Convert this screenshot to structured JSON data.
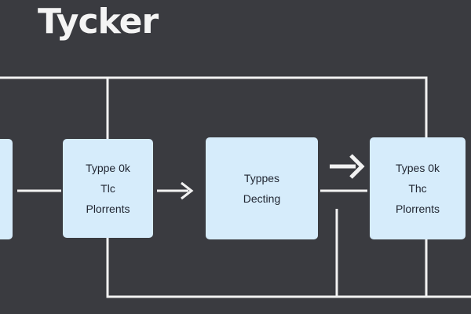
{
  "title": "Tycker",
  "nodes": [
    {
      "lines": [
        "Typpe 0k",
        "Tlc",
        "Plorrents"
      ]
    },
    {
      "lines": [
        "Typpes",
        "Decting"
      ]
    },
    {
      "lines": [
        "Types 0k",
        "Thc",
        "Plorrents"
      ]
    }
  ],
  "colors": {
    "background": "#3a3b40",
    "node_fill": "#d6ecfb",
    "wire": "#f2f2f2",
    "text": "#1f2430"
  }
}
